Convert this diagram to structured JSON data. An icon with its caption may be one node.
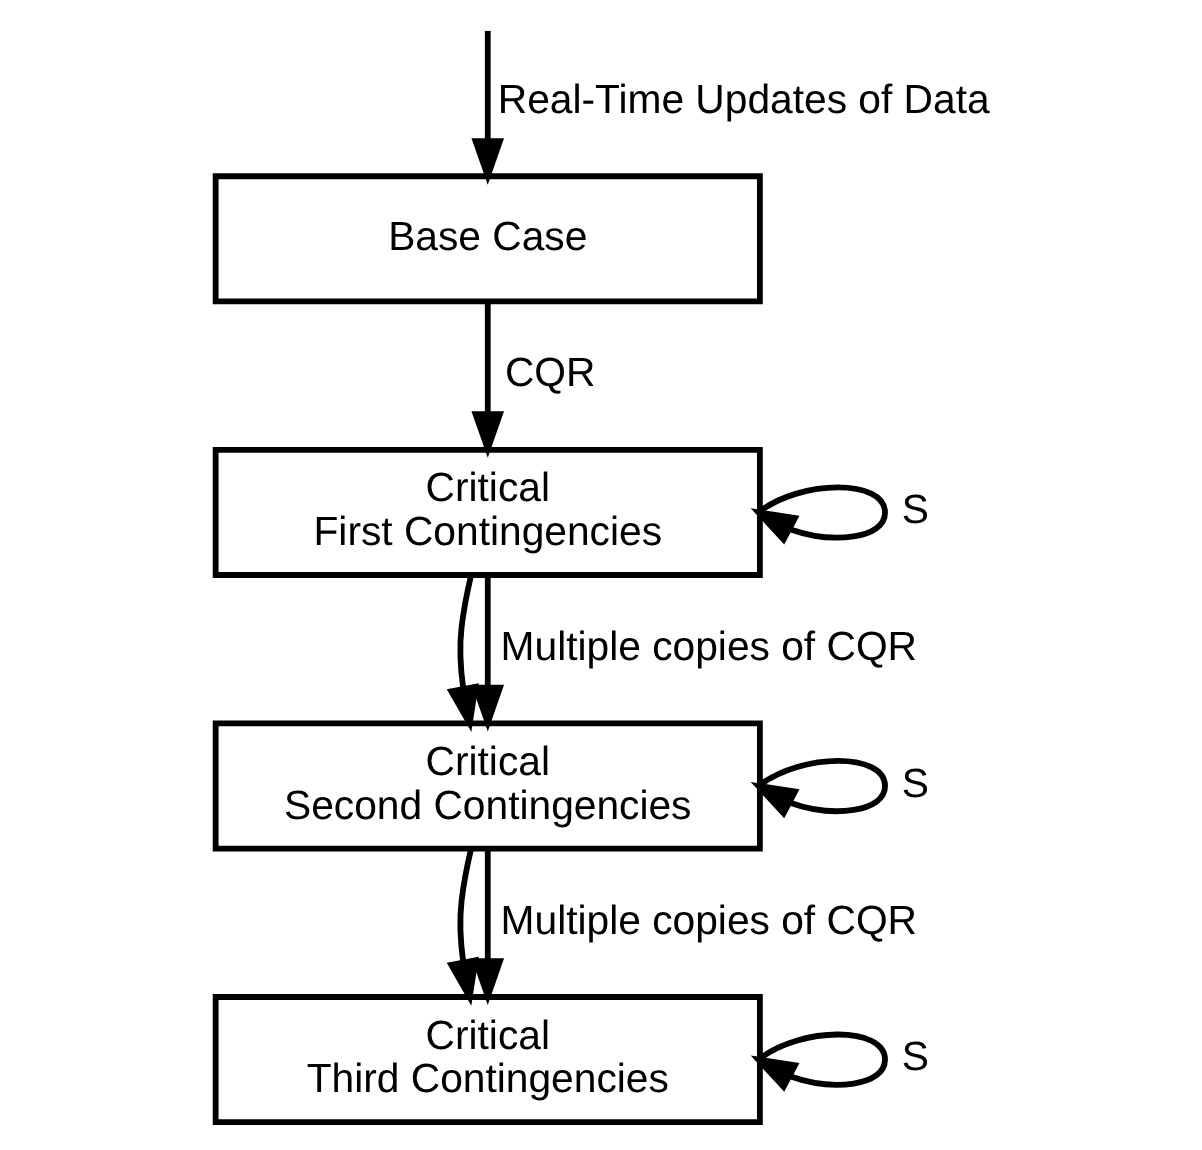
{
  "diagram": {
    "nodes": [
      {
        "text": [
          "Base Case"
        ]
      },
      {
        "text": [
          "Critical First Contingencies"
        ]
      },
      {
        "text": [
          "Critical Second Contingencies"
        ]
      },
      {
        "text": [
          "Critical Third Contingencies"
        ]
      }
    ],
    "edges": [
      {
        "from": null,
        "to": 0,
        "arrow": "to",
        "label": "Real-Time Updates of Data"
      },
      {
        "from": 0,
        "to": 1,
        "arrow": "to",
        "label": "CQR"
      },
      {
        "from": 1,
        "to": 1,
        "arrow": "to",
        "label": "S"
      },
      {
        "from": 1,
        "to": 2,
        "arrow": "to"
      },
      {
        "from": 1,
        "to": 2,
        "arrow": "to",
        "label": "Multiple copies of CQR"
      },
      {
        "from": 2,
        "to": 2,
        "arrow": "to",
        "label": "S"
      },
      {
        "from": 2,
        "to": 3,
        "arrow": "to"
      },
      {
        "from": 2,
        "to": 3,
        "arrow": "to",
        "label": "Multiple copies of CQR"
      },
      {
        "from": 3,
        "to": 3,
        "arrow": "to",
        "label": "S"
      }
    ]
  }
}
